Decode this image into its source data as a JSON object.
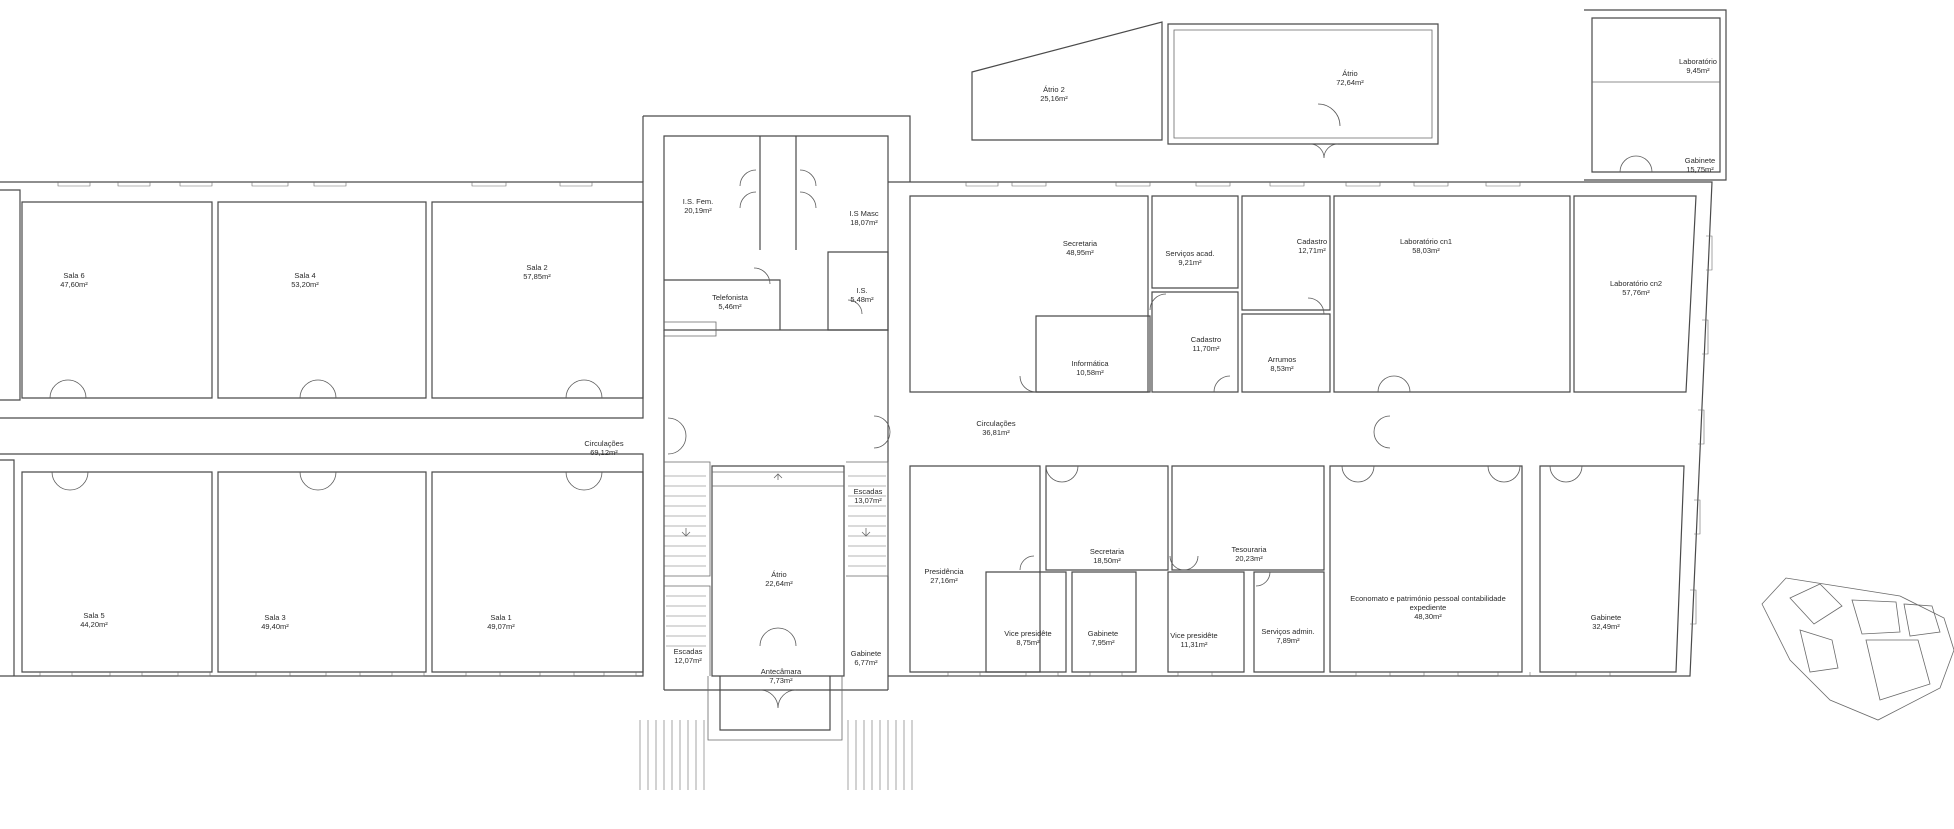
{
  "rooms": [
    {
      "id": "sala6",
      "name": "Sala 6",
      "area": "47,60m²"
    },
    {
      "id": "sala4",
      "name": "Sala 4",
      "area": "53,20m²"
    },
    {
      "id": "sala2",
      "name": "Sala 2",
      "area": "57,85m²"
    },
    {
      "id": "is-fem",
      "name": "I.S. Fem.",
      "area": "20,19m²"
    },
    {
      "id": "is-masc",
      "name": "I.S Masc",
      "area": "18,07m²"
    },
    {
      "id": "telefonista",
      "name": "Telefonista",
      "area": "5,46m²"
    },
    {
      "id": "is",
      "name": "I.S.",
      "area": "5,48m²"
    },
    {
      "id": "circulacoes1",
      "name": "Circulações",
      "area": "69,12m²"
    },
    {
      "id": "sala5",
      "name": "Sala 5",
      "area": "44,20m²"
    },
    {
      "id": "sala3",
      "name": "Sala 3",
      "area": "49,40m²"
    },
    {
      "id": "sala1",
      "name": "Sala 1",
      "area": "49,07m²"
    },
    {
      "id": "escadas1",
      "name": "Escadas",
      "area": "12,07m²"
    },
    {
      "id": "escadas2",
      "name": "Escadas",
      "area": "13,07m²"
    },
    {
      "id": "atrio-centro",
      "name": "Átrio",
      "area": "22,64m²"
    },
    {
      "id": "antecamara",
      "name": "Antecâmara",
      "area": "7,73m²"
    },
    {
      "id": "gabinete-small",
      "name": "Gabinete",
      "area": "6,77m²"
    },
    {
      "id": "atrio2",
      "name": "Átrio 2",
      "area": "25,16m²"
    },
    {
      "id": "atrio-top",
      "name": "Átrio",
      "area": "72,64m²"
    },
    {
      "id": "secretaria1",
      "name": "Secretaria",
      "area": "48,95m²"
    },
    {
      "id": "servicos-acad",
      "name": "Serviços acad.",
      "area": "9,21m²"
    },
    {
      "id": "cadastro1",
      "name": "Cadastro",
      "area": "12,71m²"
    },
    {
      "id": "lab-cn1",
      "name": "Laboratório cn1",
      "area": "58,03m²"
    },
    {
      "id": "laboratorio",
      "name": "Laboratório",
      "area": "9,45m²"
    },
    {
      "id": "gabinete-top",
      "name": "Gabinete",
      "area": "15,75m²"
    },
    {
      "id": "lab-cn2",
      "name": "Laboratório cn2",
      "area": "57,76m²"
    },
    {
      "id": "informatica",
      "name": "Informática",
      "area": "10,58m²"
    },
    {
      "id": "cadastro2",
      "name": "Cadastro",
      "area": "11,70m²"
    },
    {
      "id": "arrumos",
      "name": "Arrumos",
      "area": "8,53m²"
    },
    {
      "id": "circulacoes2",
      "name": "Circulações",
      "area": "36,81m²"
    },
    {
      "id": "presidencia",
      "name": "Presidência",
      "area": "27,16m²"
    },
    {
      "id": "secretaria2",
      "name": "Secretaria",
      "area": "18,50m²"
    },
    {
      "id": "tesouraria",
      "name": "Tesouraria",
      "area": "20,23m²"
    },
    {
      "id": "vice-pres1",
      "name": "Vice presidête",
      "area": "8,75m²"
    },
    {
      "id": "gabinete-mid",
      "name": "Gabinete",
      "area": "7,95m²"
    },
    {
      "id": "vice-pres2",
      "name": "Vice presidête",
      "area": "11,31m²"
    },
    {
      "id": "servicos-admin",
      "name": "Serviços admin.",
      "area": "7,89m²"
    },
    {
      "id": "economato",
      "name": "Economato e património pessoal contabilidade expediente",
      "area": "48,30m²"
    },
    {
      "id": "gabinete-right",
      "name": "Gabinete",
      "area": "32,49m²"
    }
  ],
  "colors": {
    "wall": "#4a4a4a",
    "text": "#2a2a2a",
    "background": "#ffffff"
  },
  "icons": [
    "location-key-plan-icon",
    "stair-arrow-icon"
  ]
}
